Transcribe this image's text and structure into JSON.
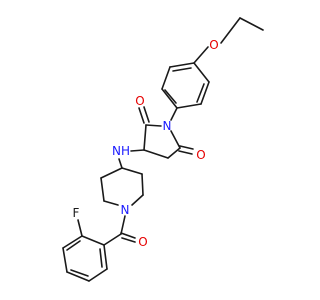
{
  "colors": {
    "bond": "#1a1a1a",
    "oxygen": "#e60000",
    "nitrogen": "#1a1aff",
    "fluorine": "#1a1a1a",
    "background": "#ffffff"
  },
  "atoms": {
    "o_ether": "O",
    "o_top": "O",
    "o_bottom": "O",
    "o_amide": "O",
    "n_imide": "N",
    "n_amine": "NH",
    "n_piperidine": "N",
    "f": "F"
  }
}
